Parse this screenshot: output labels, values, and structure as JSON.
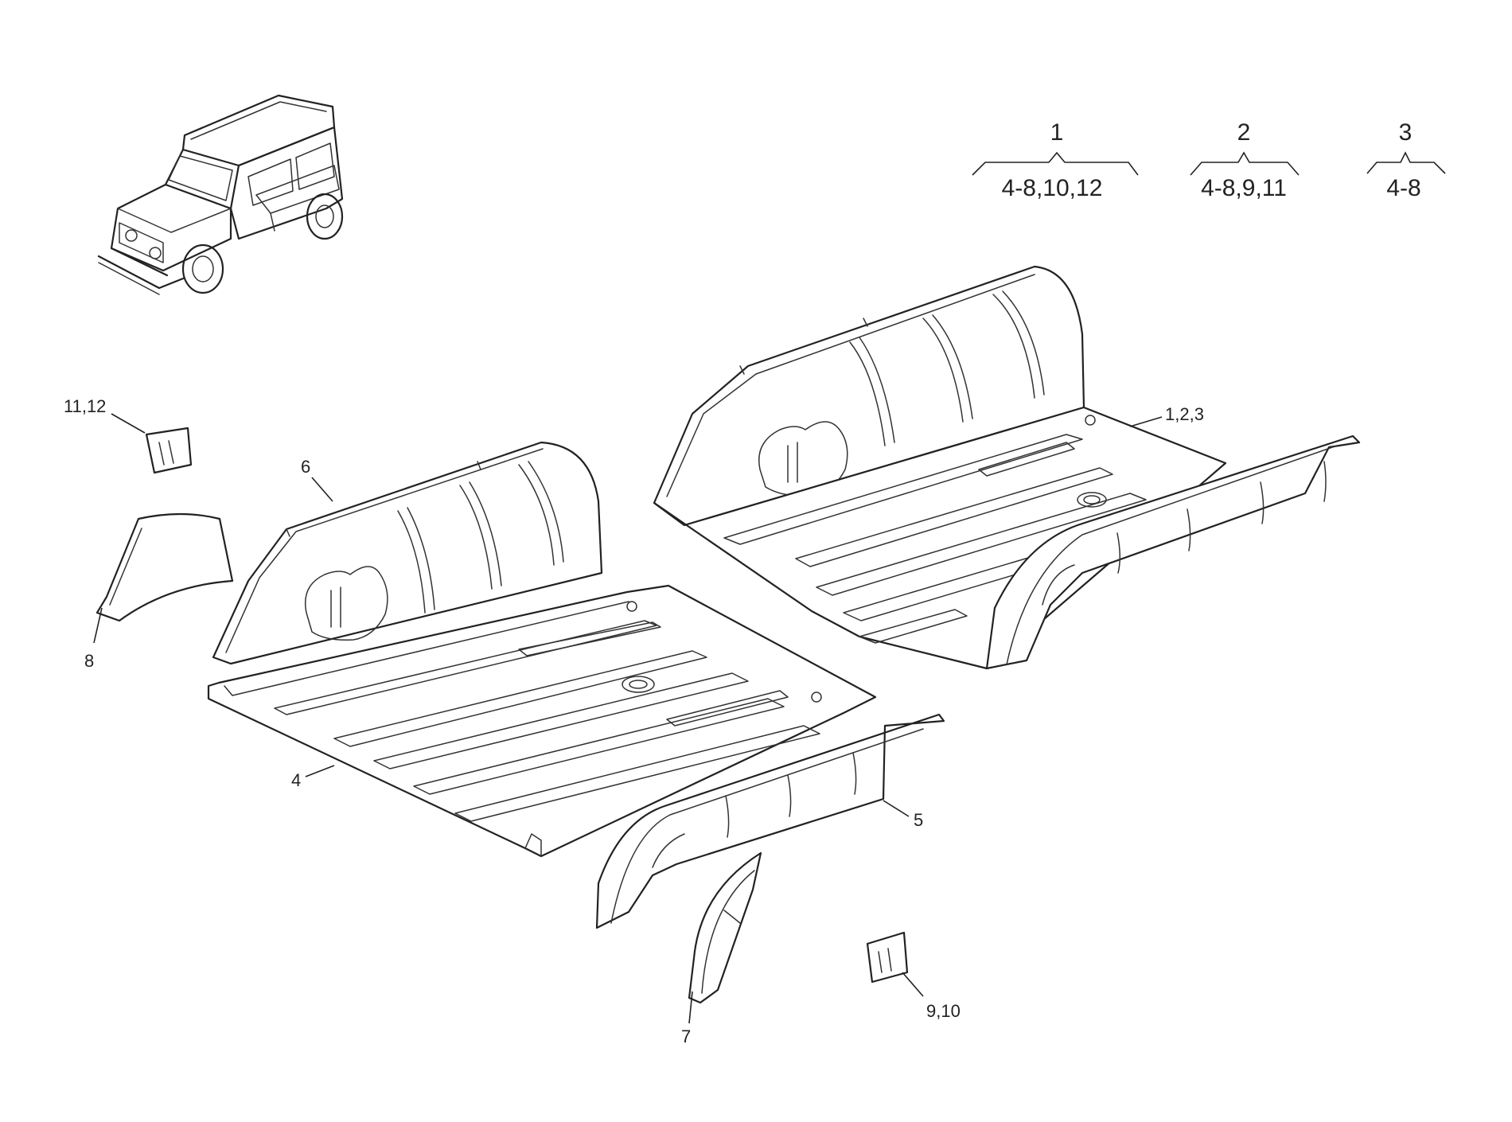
{
  "variants": [
    {
      "number": "1",
      "range": "4-8,10,12"
    },
    {
      "number": "2",
      "range": "4-8,9,11"
    },
    {
      "number": "3",
      "range": "4-8"
    }
  ],
  "callouts": {
    "floor_assembly": "1,2,3",
    "floor_panel": "4",
    "side_member_right": "5",
    "rear_panel": "6",
    "wheel_arch_right": "7",
    "wheel_arch_left": "8",
    "bracket_right": "9,10",
    "bracket_left": "11,12"
  },
  "colors": {
    "line": "#222222",
    "paper": "#ffffff"
  },
  "icons": [
    "vehicle-thumbnail-icon"
  ]
}
